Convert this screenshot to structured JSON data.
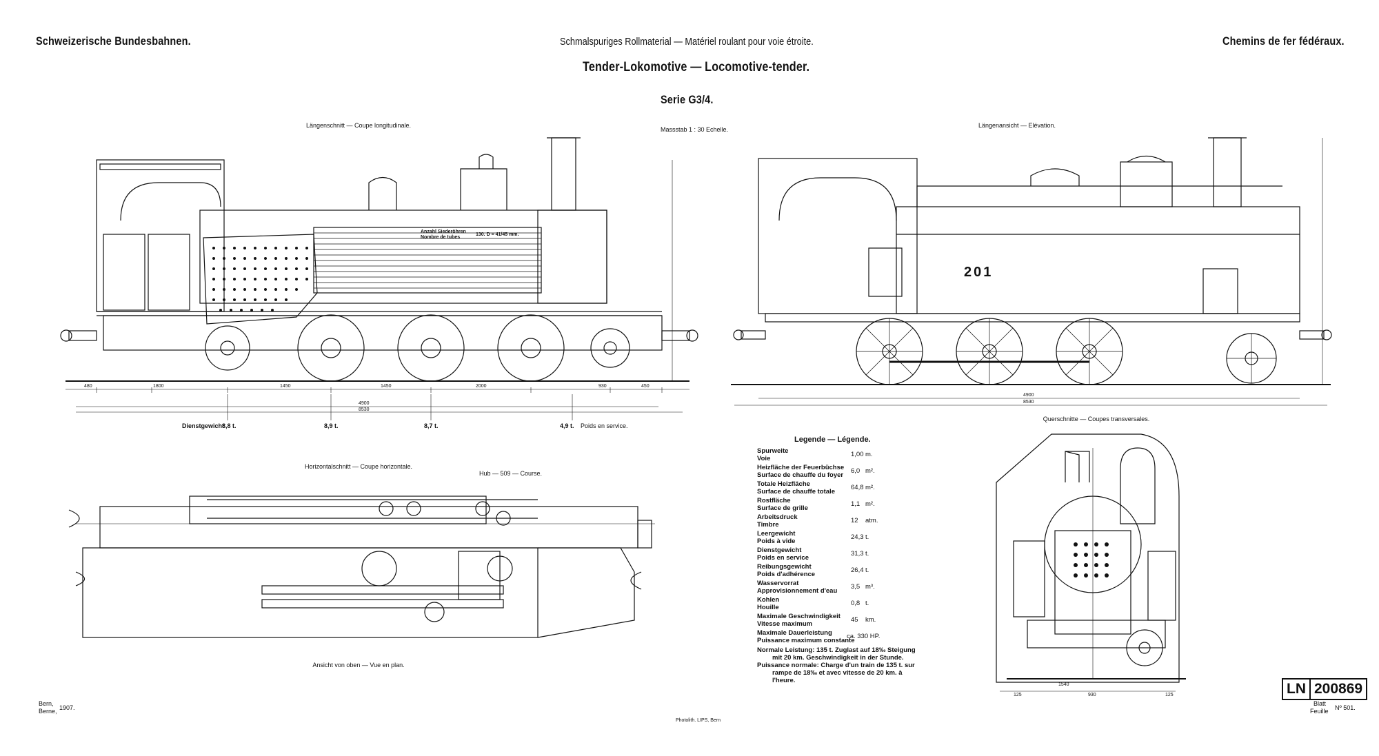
{
  "header": {
    "left": "Schweizerische Bundesbahnen.",
    "center": "Schmalspuriges Rollmaterial — Matériel roulant pour voie étroite.",
    "right": "Chemins de fer fédéraux.",
    "title": "Tender-Lokomotive — Locomotive-tender.",
    "series": "Serie G3/4."
  },
  "views": {
    "longitudinal": "Längenschnitt — Coupe longitudinale.",
    "scale": "Massstab 1 : 30 Echelle.",
    "elevation": "Längenansicht — Elévation.",
    "horizontal": "Horizontalschnitt — Coupe horizontale.",
    "plan": "Ansicht von oben — Vue en plan.",
    "cross": "Querschnitte — Coupes transversales.",
    "hub": "Hub — 509 — Course."
  },
  "drawing": {
    "loco_number": "201",
    "tube_note_1": "Anzahl Siederöhren",
    "tube_note_2": "Nombre de tubes",
    "tube_note_3": "130. D = 41/45 mm.",
    "weights_label": "Dienstgewicht",
    "weights": [
      "8,8 t.",
      "8,9 t.",
      "8,7 t.",
      "4,9 t."
    ],
    "weights_suffix": "Poids en service.",
    "dims_long_bottom": [
      "480",
      "1800",
      "1450",
      "1450",
      "2000",
      "930",
      "450"
    ],
    "dims_long_total_1": "4900",
    "dims_long_total_2": "8530",
    "dims_elev_1": "4900",
    "dims_elev_2": "8530",
    "dims_cross": [
      "125",
      "930",
      "125",
      "1540"
    ]
  },
  "legend": {
    "title": "Legende — Légende.",
    "rows": [
      {
        "de": "Spurweite",
        "fr": "Voie",
        "value": "1,00",
        "unit": "m."
      },
      {
        "de": "Heizfläche der Feuerbüchse",
        "fr": "Surface de chauffe du foyer",
        "value": "6,0",
        "unit": "m²."
      },
      {
        "de": "Totale Heizfläche",
        "fr": "Surface de chauffe totale",
        "value": "64,8",
        "unit": "m²."
      },
      {
        "de": "Rostfläche",
        "fr": "Surface de grille",
        "value": "1,1",
        "unit": "m²."
      },
      {
        "de": "Arbeitsdruck",
        "fr": "Timbre",
        "value": "12",
        "unit": "atm."
      },
      {
        "de": "Leergewicht",
        "fr": "Poids à vide",
        "value": "24,3",
        "unit": "t."
      },
      {
        "de": "Dienstgewicht",
        "fr": "Poids en service",
        "value": "31,3",
        "unit": "t."
      },
      {
        "de": "Reibungsgewicht",
        "fr": "Poids d'adhérence",
        "value": "26,4",
        "unit": "t."
      },
      {
        "de": "Wasservorrat",
        "fr": "Approvisionnement d'eau",
        "value": "3,5",
        "unit": "m³."
      },
      {
        "de": "Kohlen",
        "fr": "Houille",
        "value": "0,8",
        "unit": "t."
      },
      {
        "de": "Maximale Geschwindigkeit",
        "fr": "Vitesse maximum",
        "value": "45",
        "unit": "km."
      },
      {
        "de": "Maximale Dauerleistung",
        "fr": "Puissance maximum constante",
        "value": "ca. 330 HP.",
        "unit": ""
      }
    ],
    "note_de_1": "Normale Leistung: 135 t. Zuglast auf 18‰ Steigung",
    "note_de_2": "mit 20 km. Geschwindigkeit in der Stunde.",
    "note_fr_1": "Puissance normale: Charge d'un train de 135 t. sur",
    "note_fr_2": "rampe de 18‰ et avec vitesse de 20 km. à",
    "note_fr_3": "l'heure."
  },
  "footer": {
    "place_1": "Bern,",
    "place_2": "Berne,",
    "year": "1907.",
    "printer": "Photolith. LIPS, Bern",
    "ln_label": "LN",
    "ln_number": "200869",
    "sheet_1": "Blatt",
    "sheet_2": "Feuille",
    "sheet_no": "Nº 501."
  }
}
